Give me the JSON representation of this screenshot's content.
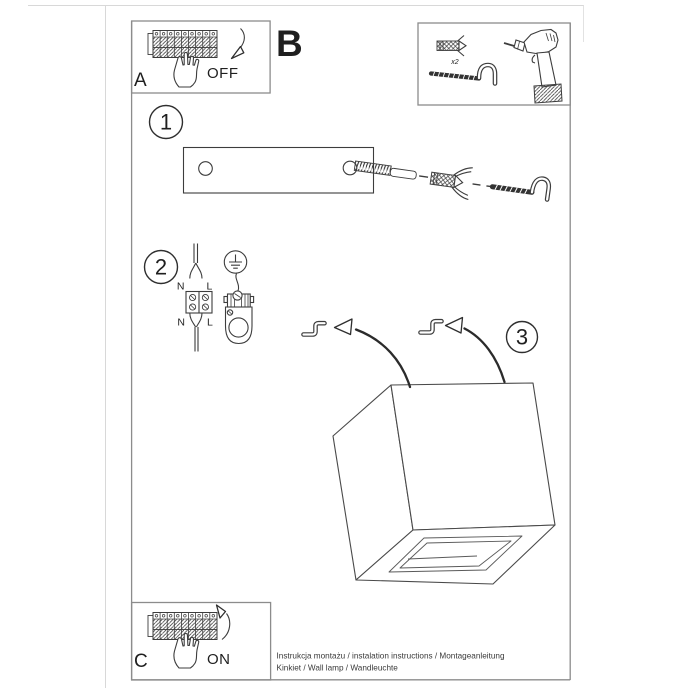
{
  "sheet": {
    "section_a": {
      "label": "A",
      "switch_state": "OFF"
    },
    "section_b": {
      "label": "B"
    },
    "section_c": {
      "label": "C",
      "switch_state": "ON"
    },
    "tools": {
      "anchor_quantity": "x2"
    },
    "steps": {
      "one": "1",
      "two": "2",
      "three": "3"
    },
    "wiring": {
      "neutral": "N",
      "live": "L"
    },
    "footer": {
      "title_line": "Instrukcja montażu / instalation instructions / Montageanleitung",
      "product_line": "Kinkiet / Wall lamp / Wandleuchte"
    },
    "icons": [
      "circuit-breaker-panel",
      "pressing-hand",
      "curved-arrow",
      "wall-plug",
      "screw-hook",
      "drill",
      "mounting-plate",
      "screw",
      "terminal-block",
      "earth-ground-symbol",
      "ground-terminal",
      "cube-lamp"
    ],
    "colors": {
      "line": "#3d3d3d",
      "frame": "#8c8c8c",
      "page_edge": "#d8d8d8",
      "text": "#1f1f1f"
    }
  }
}
